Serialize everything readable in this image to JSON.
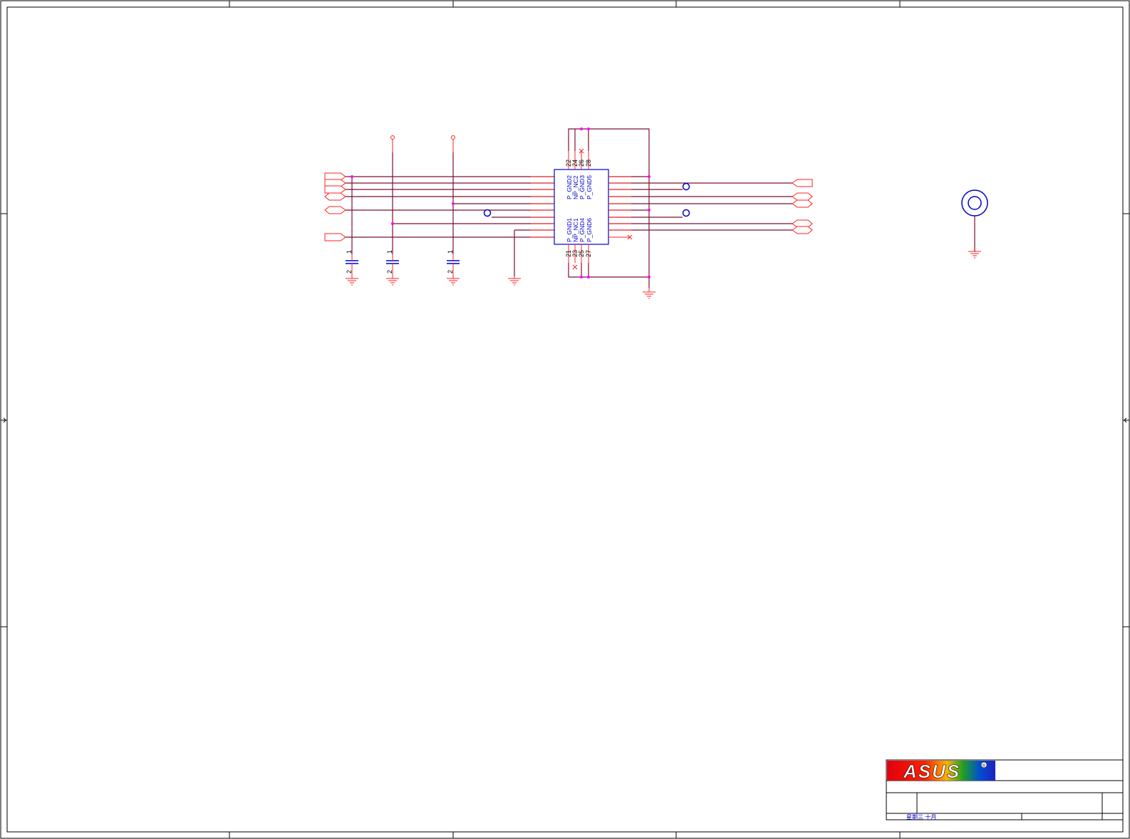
{
  "schematic": {
    "chip": {
      "top_pins": [
        {
          "num": "22",
          "name": "P_GND2"
        },
        {
          "num": "24",
          "name": "NP_NC2"
        },
        {
          "num": "26",
          "name": "P_GND3"
        },
        {
          "num": "28",
          "name": "P_GND5"
        }
      ],
      "bottom_pins": [
        {
          "num": "21",
          "name": "P_GND1"
        },
        {
          "num": "23",
          "name": "NP_NC1"
        },
        {
          "num": "25",
          "name": "P_GND4"
        },
        {
          "num": "27",
          "name": "P_GND6"
        }
      ]
    },
    "capacitor_pin_top": "1",
    "capacitor_pin_bottom": "2"
  },
  "title_block": {
    "logo": "ASUS",
    "logo_mark": "®",
    "date_text": "星期三 十月"
  },
  "colors": {
    "wire": "#7a1030",
    "pin": "#ff2020",
    "component": "#0000cc",
    "junction": "#ff00ff"
  }
}
